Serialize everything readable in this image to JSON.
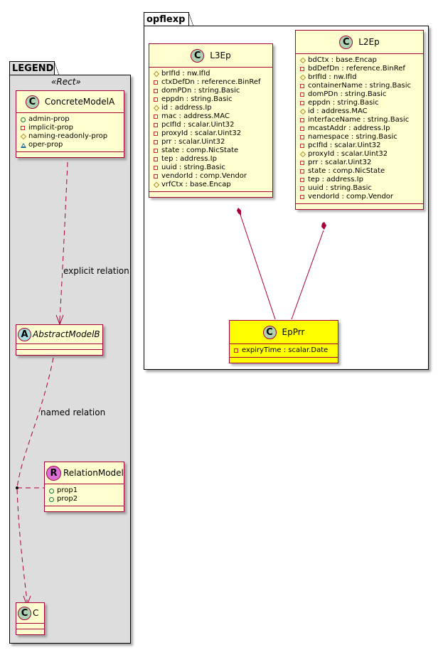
{
  "packages": {
    "legend": {
      "name": "LEGEND",
      "stereotype": "«Rect»"
    },
    "opflexp": {
      "name": "opflexp"
    }
  },
  "colors": {
    "class_fill": "#fefece",
    "class_border": "#a80036",
    "highlight_fill": "#ffff00",
    "legend_bg": "#dddddd"
  },
  "legend": {
    "concrete_model": {
      "badge": "C",
      "name": "ConcreteModelA",
      "attributes": [
        {
          "vis": "public",
          "icon": "circle-icon",
          "text": "admin-prop"
        },
        {
          "vis": "private",
          "icon": "square-icon",
          "text": "implicit-prop"
        },
        {
          "vis": "protected",
          "icon": "diamond-icon",
          "text": "naming-readonly-prop"
        },
        {
          "vis": "package",
          "icon": "triangle-icon",
          "text": "oper-prop"
        }
      ]
    },
    "abstract_model": {
      "badge": "A",
      "name": "AbstractModelB"
    },
    "relation_model": {
      "badge": "R",
      "name": "RelationModel",
      "attributes": [
        {
          "vis": "public",
          "icon": "circle-icon",
          "text": "prop1"
        },
        {
          "vis": "public",
          "icon": "circle-icon",
          "text": "prop2"
        }
      ]
    },
    "c_model": {
      "badge": "C",
      "name": "C"
    },
    "edges": {
      "explicit": "explicit relation",
      "named": "named relation"
    }
  },
  "opflexp": {
    "l3ep": {
      "badge": "C",
      "name": "L3Ep",
      "attributes": [
        {
          "vis": "protected",
          "text": "brIfId : nw.IfId"
        },
        {
          "vis": "private",
          "text": "ctxDefDn : reference.BinRef"
        },
        {
          "vis": "private",
          "text": "domPDn : string.Basic"
        },
        {
          "vis": "private",
          "text": "eppdn : string.Basic"
        },
        {
          "vis": "protected",
          "text": "id : address.Ip"
        },
        {
          "vis": "private",
          "text": "mac : address.MAC"
        },
        {
          "vis": "private",
          "text": "pcIfId : scalar.Uint32"
        },
        {
          "vis": "private",
          "text": "proxyId : scalar.Uint32"
        },
        {
          "vis": "private",
          "text": "prr : scalar.Uint32"
        },
        {
          "vis": "private",
          "text": "state : comp.NicState"
        },
        {
          "vis": "private",
          "text": "tep : address.Ip"
        },
        {
          "vis": "private",
          "text": "uuid : string.Basic"
        },
        {
          "vis": "private",
          "text": "vendorId : comp.Vendor"
        },
        {
          "vis": "protected",
          "text": "vrfCtx : base.Encap"
        }
      ]
    },
    "l2ep": {
      "badge": "C",
      "name": "L2Ep",
      "attributes": [
        {
          "vis": "protected",
          "text": "bdCtx : base.Encap"
        },
        {
          "vis": "private",
          "text": "bdDefDn : reference.BinRef"
        },
        {
          "vis": "protected",
          "text": "brIfId : nw.IfId"
        },
        {
          "vis": "private",
          "text": "containerName : string.Basic"
        },
        {
          "vis": "private",
          "text": "domPDn : string.Basic"
        },
        {
          "vis": "private",
          "text": "eppdn : string.Basic"
        },
        {
          "vis": "protected",
          "text": "id : address.MAC"
        },
        {
          "vis": "private",
          "text": "interfaceName : string.Basic"
        },
        {
          "vis": "private",
          "text": "mcastAddr : address.Ip"
        },
        {
          "vis": "private",
          "text": "namespace : string.Basic"
        },
        {
          "vis": "private",
          "text": "pcIfId : scalar.Uint32"
        },
        {
          "vis": "protected",
          "text": "proxyId : scalar.Uint32"
        },
        {
          "vis": "private",
          "text": "prr : scalar.Uint32"
        },
        {
          "vis": "private",
          "text": "state : comp.NicState"
        },
        {
          "vis": "private",
          "text": "tep : address.Ip"
        },
        {
          "vis": "private",
          "text": "uuid : string.Basic"
        },
        {
          "vis": "private",
          "text": "vendorId : comp.Vendor"
        }
      ]
    },
    "epprr": {
      "badge": "C",
      "name": "EpPrr",
      "attributes": [
        {
          "vis": "private",
          "text": "expiryTime : scalar.Date"
        }
      ]
    },
    "relations": [
      {
        "from": "L3Ep",
        "to": "EpPrr",
        "type": "composition"
      },
      {
        "from": "L2Ep",
        "to": "EpPrr",
        "type": "composition"
      }
    ]
  }
}
